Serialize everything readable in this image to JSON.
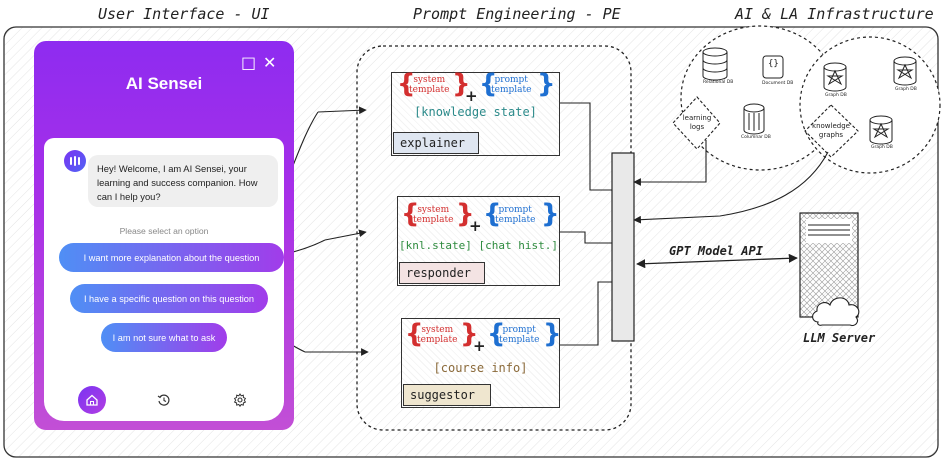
{
  "sections": {
    "ui": "User Interface - UI",
    "pe": "Prompt Engineering - PE",
    "infra": "AI & LA Infrastructure"
  },
  "chat": {
    "title": "AI Sensei",
    "greeting": "Hey! Welcome, I am AI Sensei, your learning and success companion. How can I help you?",
    "select_label": "Please select an option",
    "options": [
      "I want more explanation about the question",
      "I have a specific question on this question",
      "I am not sure what to ask"
    ],
    "nav": [
      {
        "icon": "home-icon",
        "active": true
      },
      {
        "icon": "history-icon",
        "active": false
      },
      {
        "icon": "settings-icon",
        "active": false
      }
    ]
  },
  "templates": {
    "system_template": [
      "system",
      "template"
    ],
    "prompt_template": [
      "prompt",
      "template"
    ],
    "items": [
      {
        "variable": "[knowledge state]",
        "role": "explainer",
        "color": "#2b8a8a"
      },
      {
        "variable": "[knl.state] [chat hist.]",
        "role": "responder",
        "color": "#2e8b3e"
      },
      {
        "variable": "[course info]",
        "role": "suggestor",
        "color": "#8b6a3a"
      }
    ]
  },
  "infra": {
    "learning_logs": [
      "learning",
      "logs"
    ],
    "knowledge_graphs": [
      "knowledge",
      "graphs"
    ],
    "databases": [
      "Relational DB",
      "Document DB",
      "Columnar DB"
    ],
    "graph_dbs": [
      "Graph DB",
      "Graph DB",
      "Graph DB"
    ],
    "api_label": "GPT Model API",
    "server_label": "LLM Server"
  },
  "colors": {
    "system": "#d32f2f",
    "prompt": "#1e6fd1"
  }
}
